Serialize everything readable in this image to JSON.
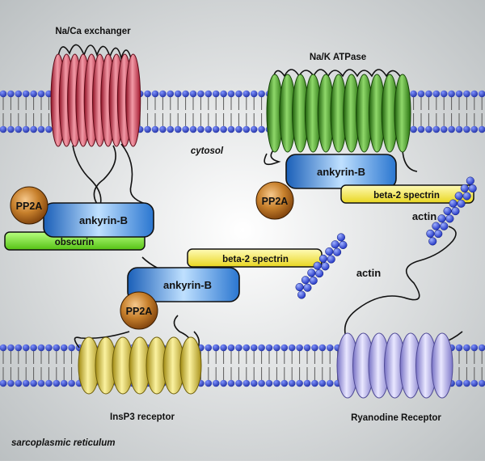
{
  "labels": {
    "naca_exchanger": "Na/Ca exchanger",
    "nak_atpase": "Na/K ATPase",
    "cytosol": "cytosol",
    "insp3_receptor": "InsP3 receptor",
    "ryanodine_receptor": "Ryanodine Receptor",
    "sarcoplasmic_reticulum": "sarcoplasmic reticulum",
    "pp2a_1": "PP2A",
    "pp2a_2": "PP2A",
    "pp2a_3": "PP2A",
    "ankyrin_b_1": "ankyrin-B",
    "ankyrin_b_2": "ankyrin-B",
    "ankyrin_b_3": "ankyrin-B",
    "obscurin": "obscurin",
    "beta2_spectrin_1": "beta-2 spectrin",
    "beta2_spectrin_2": "beta-2 spectrin",
    "actin_1": "actin",
    "actin_2": "actin"
  },
  "colors": {
    "background": "#c9cccd",
    "membrane_head": "#2b3fae",
    "naca": "#cf2e46",
    "nak": "#3f9a1e",
    "ankyrin": "#3d8fe0",
    "pp2a": "#b96a1c",
    "obscurin": "#74dd28",
    "spectrin": "#f2e640",
    "actin": "#2b3fd8",
    "insp3": "#e3cf3c",
    "ryanodine": "#aaa6ea"
  }
}
